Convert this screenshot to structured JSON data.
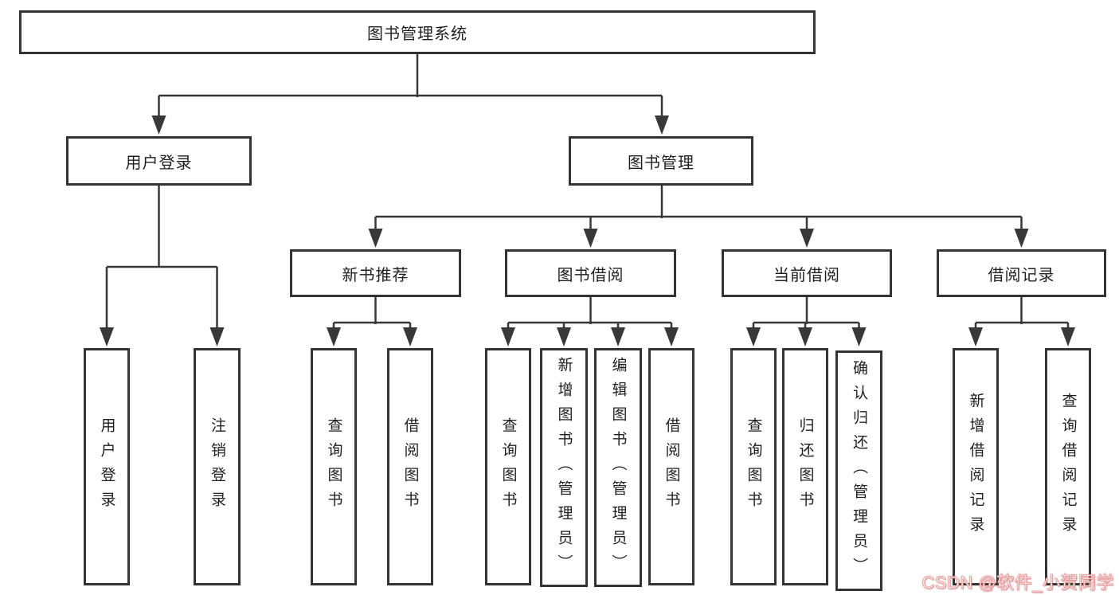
{
  "tree": {
    "label": "图书管理系统",
    "children": [
      {
        "label": "用户登录",
        "children": [
          {
            "label": "用户登录"
          },
          {
            "label": "注销登录"
          }
        ]
      },
      {
        "label": "图书管理",
        "children": [
          {
            "label": "新书推荐",
            "children": [
              {
                "label": "查询图书"
              },
              {
                "label": "借阅图书"
              }
            ]
          },
          {
            "label": "图书借阅",
            "children": [
              {
                "label": "查询图书"
              },
              {
                "label": "新增图书（管理员）"
              },
              {
                "label": "编辑图书（管理员）"
              },
              {
                "label": "借阅图书"
              }
            ]
          },
          {
            "label": "当前借阅",
            "children": [
              {
                "label": "查询图书"
              },
              {
                "label": "归还图书"
              },
              {
                "label": "确认归还（管理员）"
              }
            ]
          },
          {
            "label": "借阅记录",
            "children": [
              {
                "label": "新增借阅记录"
              },
              {
                "label": "查询借阅记录"
              }
            ]
          }
        ]
      }
    ]
  },
  "watermark": {
    "text": "CSDN @软件_小贺同学"
  },
  "colors": {
    "line": "#383838",
    "box_border": "#333333",
    "text": "#1f1f1f",
    "watermark_halo": "#e58686",
    "background": "#ffffff"
  }
}
